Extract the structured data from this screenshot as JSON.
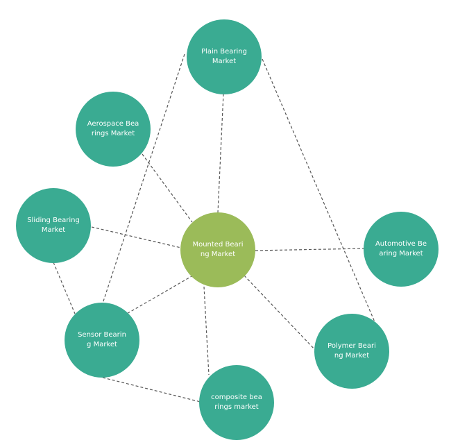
{
  "colors": {
    "peripheral": "#3aab92",
    "center": "#9bbb59",
    "edge": "#555555"
  },
  "center": {
    "label": "Mounted Bearing Market"
  },
  "nodes": {
    "plain": "Plain Bearing Market",
    "aerospace": "Aerospace Bearings Market",
    "sliding": "Sliding Bearing Market",
    "automotive": "Automotive Bearing Market",
    "sensor": "Sensor Bearing Market",
    "polymer": "Polymer Bearing Market",
    "composite": "composite bearings market"
  }
}
